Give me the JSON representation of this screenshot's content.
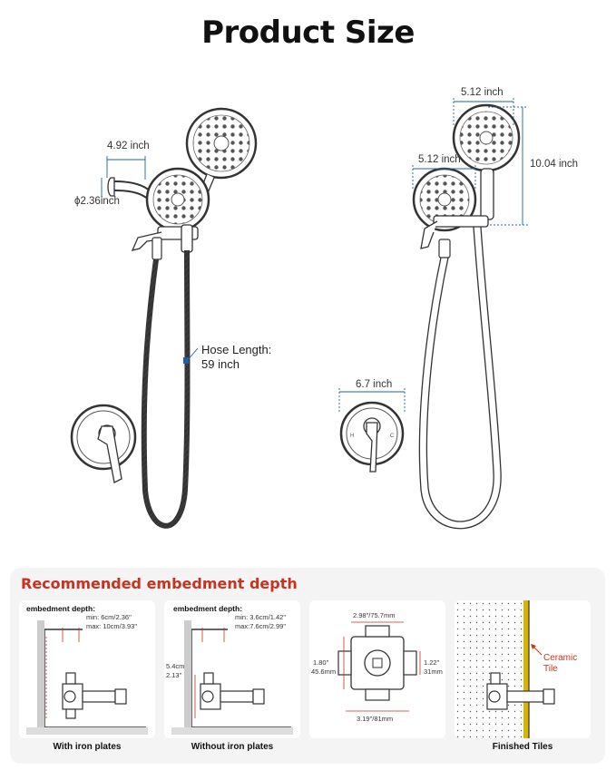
{
  "title": "Product Size",
  "left_diagram": {
    "arm_width": "4.92 inch",
    "flange_diameter": "ϕ2.36inch",
    "hose_length_label": "Hose Length:",
    "hose_length_value": "59 inch"
  },
  "right_diagram": {
    "head_width_top": "5.12 inch",
    "head_width_lower": "5.12 inch",
    "height": "10.04 inch",
    "trim_width": "6.7 inch"
  },
  "embedment": {
    "title": "Recommended embedment depth",
    "cards": [
      {
        "caption": "With iron plates",
        "depth_label": "embedment depth:",
        "min": "min: 6cm/2.36\"",
        "max": "max: 10cm/3.93\""
      },
      {
        "caption": "Without iron plates",
        "depth_label": "embedment depth:",
        "min": "min: 3.6cm/1.42\"",
        "max": "max:7.6cm/2.99\"",
        "side_top": "5.4cm",
        "side_bottom": "2.13\""
      },
      {
        "caption": "",
        "top_dim": "2.98\"/75.7mm",
        "left_top": "1.80\"",
        "left_bottom": "45.6mm",
        "right_top": "1.22\"",
        "right_bottom": "31mm",
        "bottom_dim": "3.19\"/81mm"
      },
      {
        "caption": "Finished Tiles",
        "tile_label_1": "Ceramic",
        "tile_label_2": "Tile"
      }
    ]
  },
  "colors": {
    "accent_red": "#c8321e",
    "dimension_blue": "#1f5fa8",
    "tile_yellow": "#d8b400"
  }
}
